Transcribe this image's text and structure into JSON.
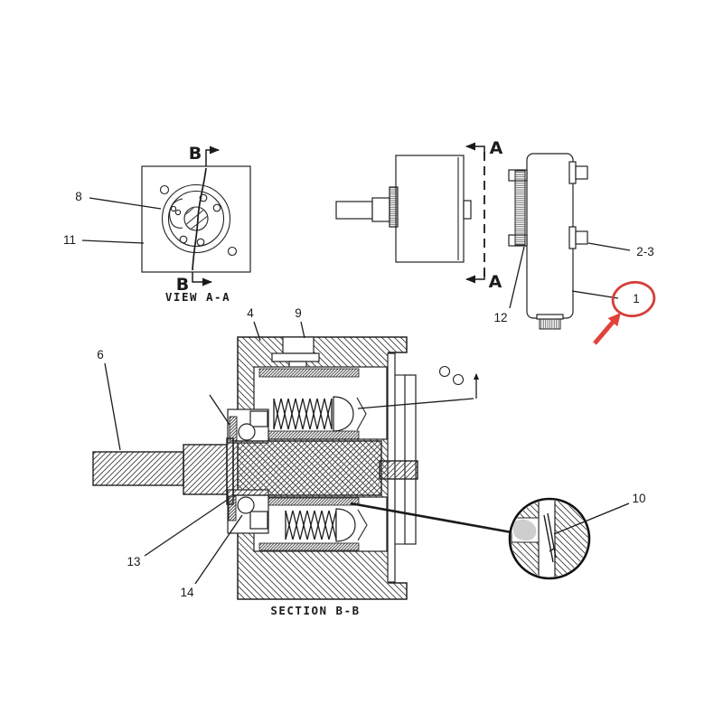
{
  "drawing": {
    "kind": "engineering parts diagram (pump assembly, orthographic + sectional views)",
    "background_color": "#ffffff",
    "ink_color": "#1b1b1b",
    "highlight_color": "#d4403a",
    "captions": {
      "view_a": "VIEW A-A",
      "section_b": "SECTION B-B"
    },
    "cut_letters": {
      "b_top": "B",
      "b_bottom": "B",
      "a_top": "A",
      "a_bottom": "A"
    },
    "callouts": {
      "c1": "1",
      "c2_3": "2-3",
      "c4": "4",
      "c6": "6",
      "c8": "8",
      "c9": "9",
      "c10": "10",
      "c11": "11",
      "c12": "12",
      "c13": "13",
      "c14": "14"
    },
    "highlight": {
      "shape": "red ellipse circled around callout 1 with red arrow pointing to it",
      "arrow_color": "#e2423a",
      "ellipse_color": "#d4403a"
    }
  }
}
